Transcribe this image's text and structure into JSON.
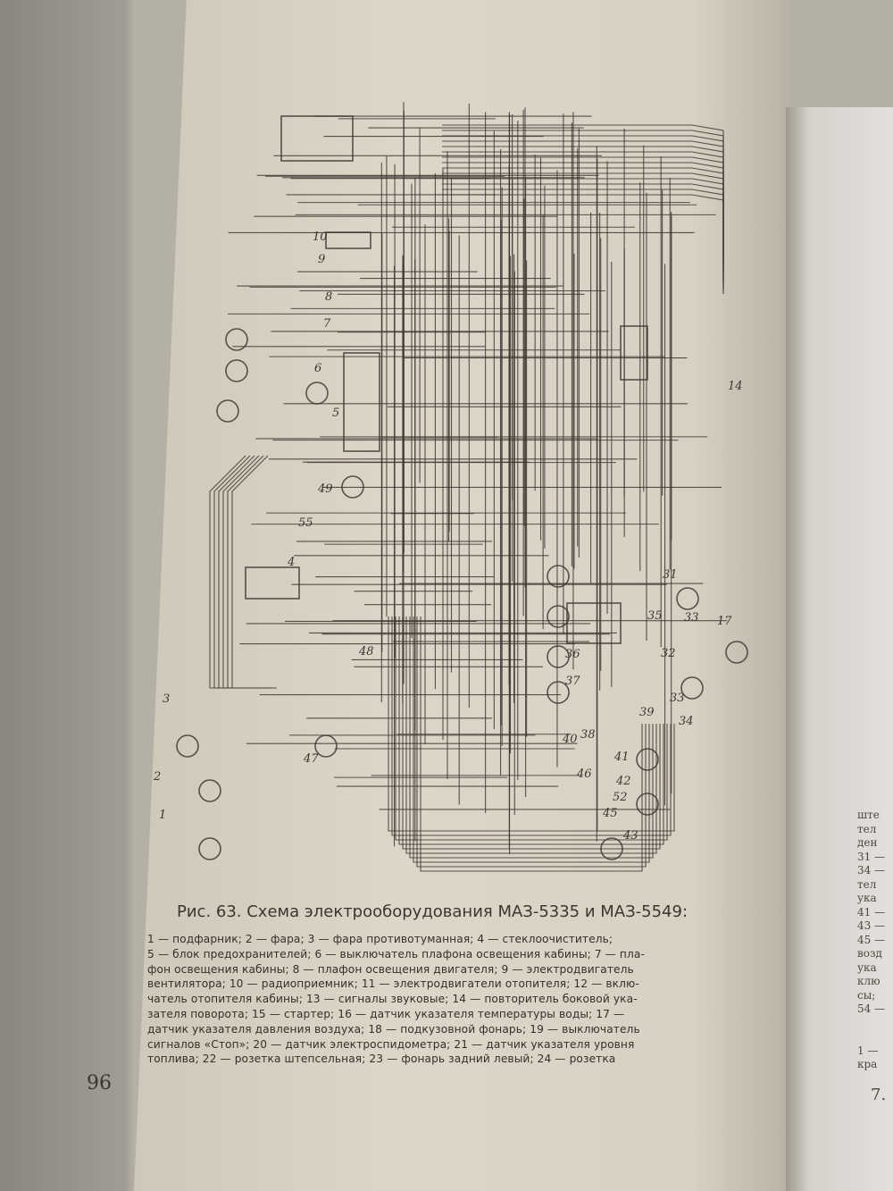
{
  "diagram": {
    "labels": [
      "1",
      "2",
      "3",
      "4",
      "5",
      "6",
      "7",
      "8",
      "9",
      "10",
      "14",
      "17",
      "31",
      "32",
      "33",
      "33",
      "34",
      "35",
      "36",
      "37",
      "38",
      "39",
      "40",
      "41",
      "42",
      "43",
      "45",
      "46",
      "47",
      "48",
      "49",
      "52",
      "55"
    ]
  },
  "caption": {
    "title": "Рис. 63. Схема электрооборудования МАЗ-5335 и МАЗ-5549:",
    "lines": [
      "1 — подфарник;  2 — фара;  3 — фара противотуманная;  4 — стеклоочиститель;",
      "5 — блок предохранителей; 6 — выключатель плафона освещения кабины; 7 — пла-",
      "фон освещения кабины; 8 — плафон освещения двигателя; 9 — электродвигатель",
      "вентилятора; 10 — радиоприемник; 11 — электродвигатели отопителя; 12 — вклю-",
      "чатель отопителя кабины; 13 — сигналы звуковые; 14 — повторитель боковой ука-",
      "зателя поворота; 15 — стартер; 16 — датчик указателя температуры воды; 17 —",
      "датчик указателя давления воздуха; 18 — подкузовной фонарь; 19 — выключатель",
      "сигналов «Стоп»; 20 — датчик электроспидометра; 21 — датчик указателя уровня",
      "топлива; 22 — розетка штепсельная; 23 — фонарь задний левый; 24 — розетка"
    ]
  },
  "page_number": "96",
  "right_page": {
    "lines": [
      "ште",
      "тел",
      "ден",
      "31 —",
      "34 —",
      "тел",
      "ука",
      "41 —",
      "43 —",
      "45 —",
      "возд",
      "ука",
      "клю",
      "сы;",
      "54 —",
      "",
      "",
      "1 —",
      "кра"
    ],
    "bottom": "7."
  }
}
